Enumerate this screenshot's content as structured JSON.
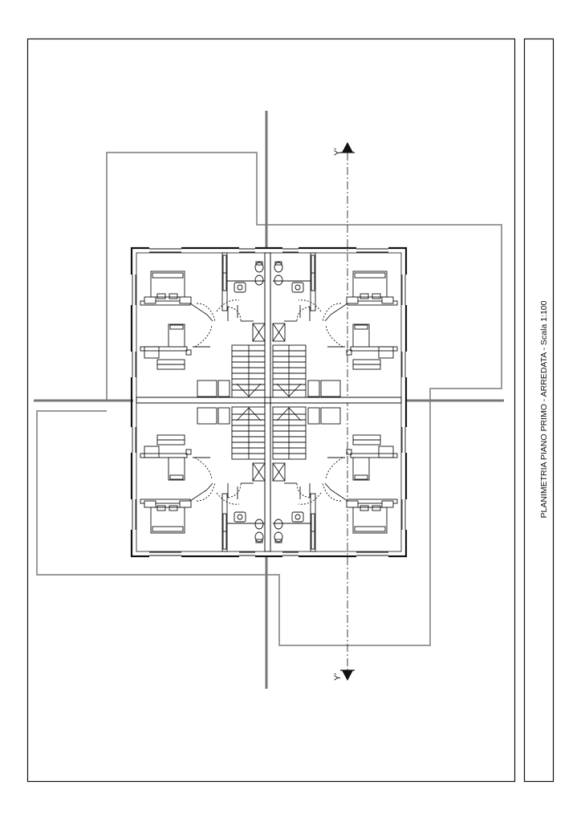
{
  "title_block": {
    "text": "PLANIMETRIA PIANO PRIMO - ARREDATA - Scala 1:100"
  },
  "section_markers": {
    "top": "Y'",
    "bottom": "Y'"
  },
  "colors": {
    "line": "#111111",
    "site_outline": "#9a9a9a",
    "background": "#ffffff"
  }
}
